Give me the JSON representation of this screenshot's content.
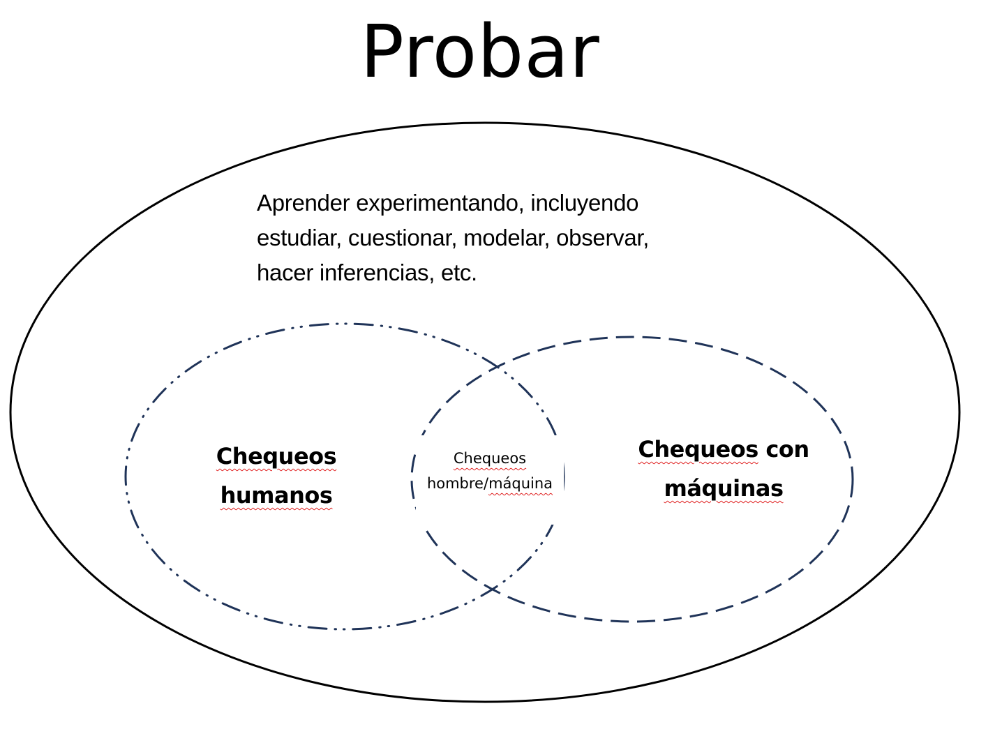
{
  "title": "Probar",
  "description": {
    "lines": [
      "Aprender experimentando, incluyendo",
      "estudiar, cuestionar, modelar, observar,",
      "hacer inferencias, etc."
    ]
  },
  "sets": {
    "left": {
      "line1": "Chequeos",
      "line2": "humanos",
      "stroke_style": "dash-dot-dot",
      "color": "#1f3358"
    },
    "right": {
      "line1_word1": "Chequeos",
      "line1_word2": "con",
      "line2": "máquinas",
      "stroke_style": "dashed",
      "color": "#1f3358"
    },
    "intersection": {
      "line1": "Chequeos",
      "line2_plain": "hombre/",
      "line2_marked": "máquina"
    }
  },
  "outer_ellipse": {
    "stroke_color": "#000000"
  },
  "colors": {
    "spellcheck_underline": "#e02020",
    "inner_stroke": "#1f3358"
  }
}
